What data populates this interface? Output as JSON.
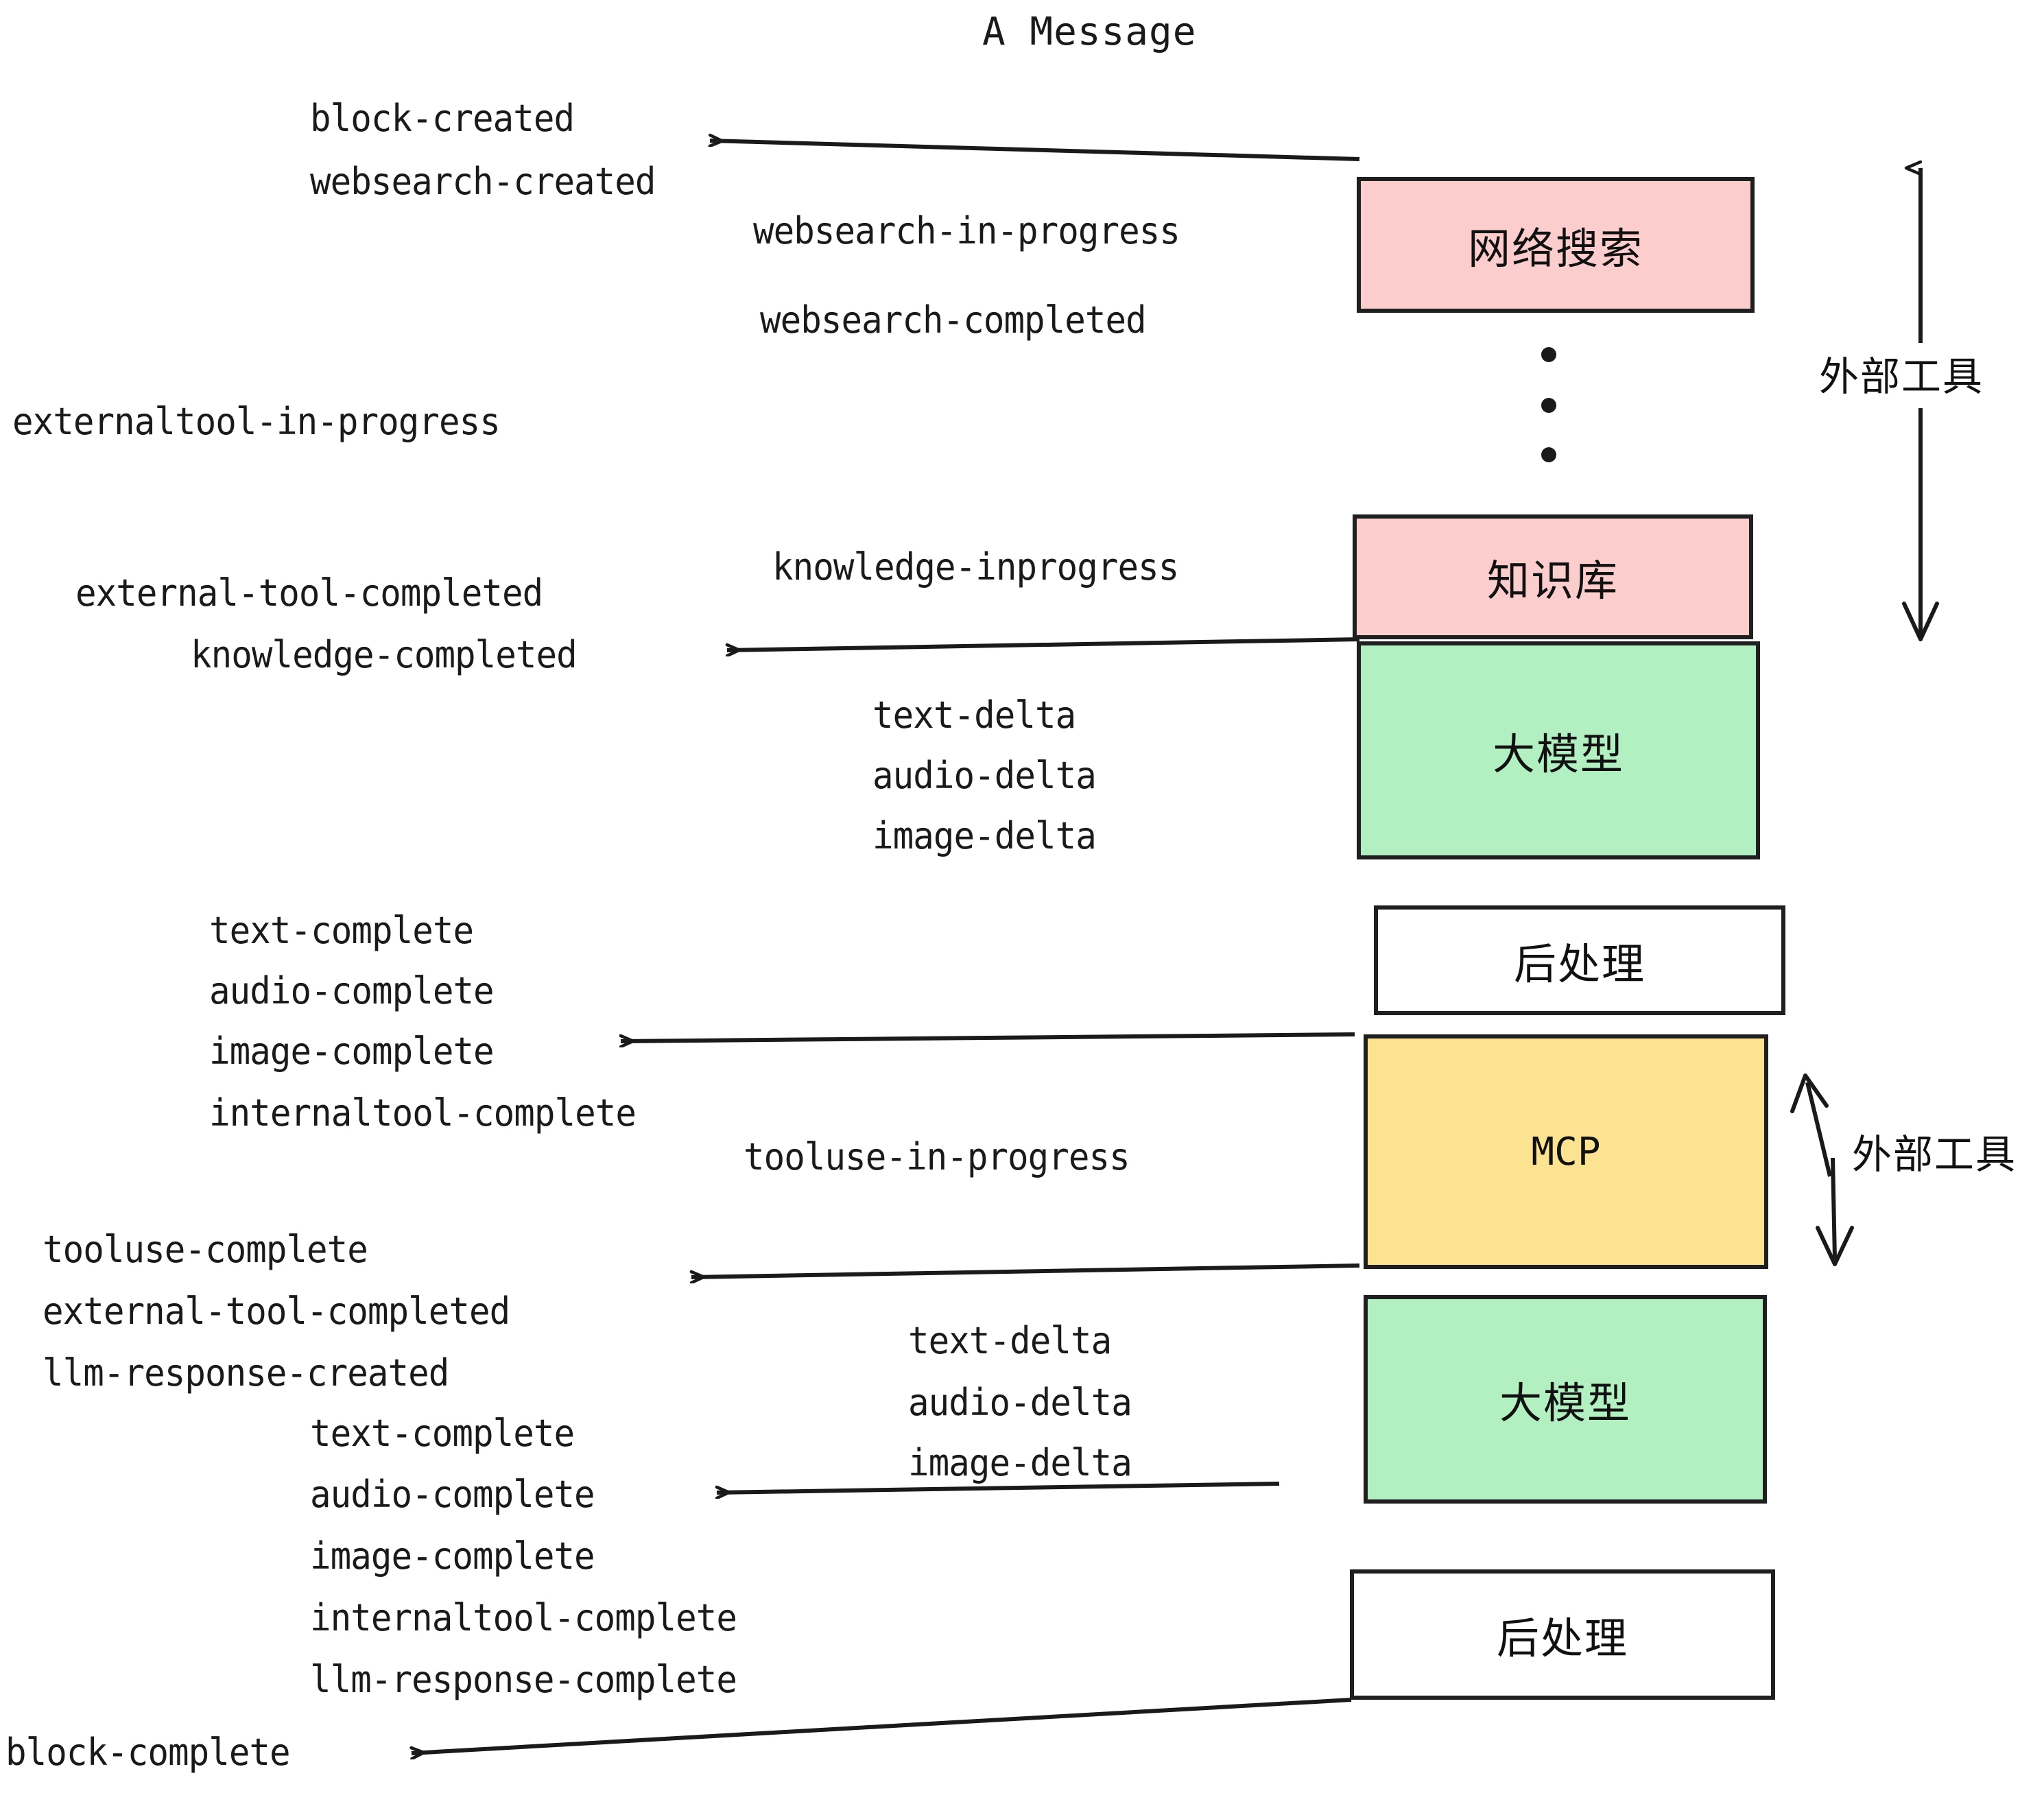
{
  "diagram": {
    "title": "A Message",
    "colors": {
      "pink": "#fccdcd",
      "green": "#b2f0c2",
      "yellow": "#fbe392",
      "white": "#ffffff",
      "stroke": "#1f1f1f",
      "text": "#1a1a1a"
    },
    "nodes": [
      {
        "id": "websearch",
        "label": "网络搜索",
        "kind": "cn",
        "fill": "pink"
      },
      {
        "id": "knowledge",
        "label": "知识库",
        "kind": "cn",
        "fill": "pink"
      },
      {
        "id": "llm1",
        "label": "大模型",
        "kind": "cn",
        "fill": "green"
      },
      {
        "id": "post1",
        "label": "后处理",
        "kind": "cn",
        "fill": "white"
      },
      {
        "id": "mcp",
        "label": "MCP",
        "kind": "en",
        "fill": "yellow"
      },
      {
        "id": "llm2",
        "label": "大模型",
        "kind": "cn",
        "fill": "green"
      },
      {
        "id": "post2",
        "label": "后处理",
        "kind": "cn",
        "fill": "white"
      }
    ],
    "side_labels": [
      {
        "id": "ext-tools-top",
        "label": "外部工具"
      },
      {
        "id": "ext-tools-bottom",
        "label": "外部工具"
      }
    ],
    "events": {
      "block_created": "block-created",
      "websearch_created": "websearch-created",
      "websearch_in_progress": "websearch-in-progress",
      "websearch_completed": "websearch-completed",
      "externaltool_in_progress": "externaltool-in-progress",
      "knowledge_inprogress": "knowledge-inprogress",
      "external_tool_completed_1": "external-tool-completed",
      "knowledge_completed": "knowledge-completed",
      "text_delta_1": "text-delta",
      "audio_delta_1": "audio-delta",
      "image_delta_1": "image-delta",
      "text_complete_1": "text-complete",
      "audio_complete_1": "audio-complete",
      "image_complete_1": "image-complete",
      "internaltool_complete_1": "internaltool-complete",
      "tooluse_in_progress": "tooluse-in-progress",
      "tooluse_complete": "tooluse-complete",
      "external_tool_completed_2": "external-tool-completed",
      "llm_response_created": "llm-response-created",
      "text_delta_2": "text-delta",
      "audio_delta_2": "audio-delta",
      "image_delta_2": "image-delta",
      "text_complete_2": "text-complete",
      "audio_complete_2": "audio-complete",
      "image_complete_2": "image-complete",
      "internaltool_complete_2": "internaltool-complete",
      "llm_response_complete": "llm-response-complete",
      "block_complete": "block-complete"
    }
  }
}
